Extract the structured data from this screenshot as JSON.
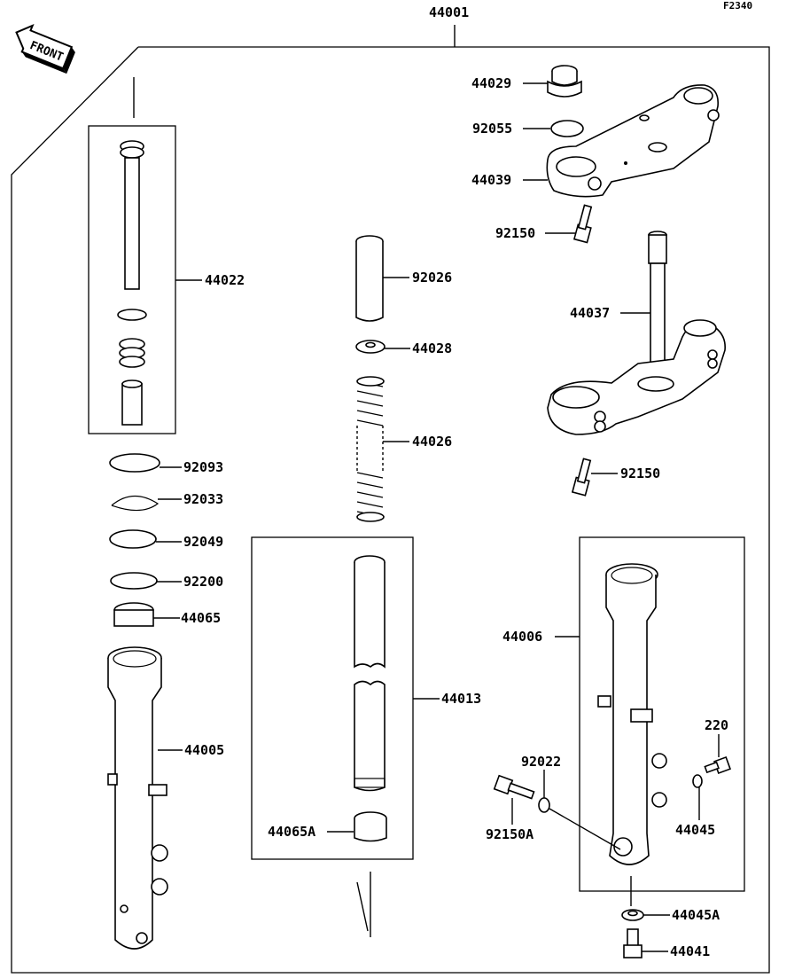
{
  "figure_code": "F2340",
  "front_label": "FRONT",
  "parts": {
    "p44001": "44001",
    "p44029": "44029",
    "p92055": "92055",
    "p44039": "44039",
    "p92150_top": "92150",
    "p44037": "44037",
    "p92150_mid": "92150",
    "p44022": "44022",
    "p92026": "92026",
    "p44028": "44028",
    "p44026": "44026",
    "p92093": "92093",
    "p92033": "92033",
    "p92049": "92049",
    "p92200": "92200",
    "p44065": "44065",
    "p44005": "44005",
    "p44013": "44013",
    "p44065A": "44065A",
    "p44006": "44006",
    "p220": "220",
    "p92022": "92022",
    "p92150A": "92150A",
    "p44045": "44045",
    "p44045A": "44045A",
    "p44041": "44041"
  }
}
